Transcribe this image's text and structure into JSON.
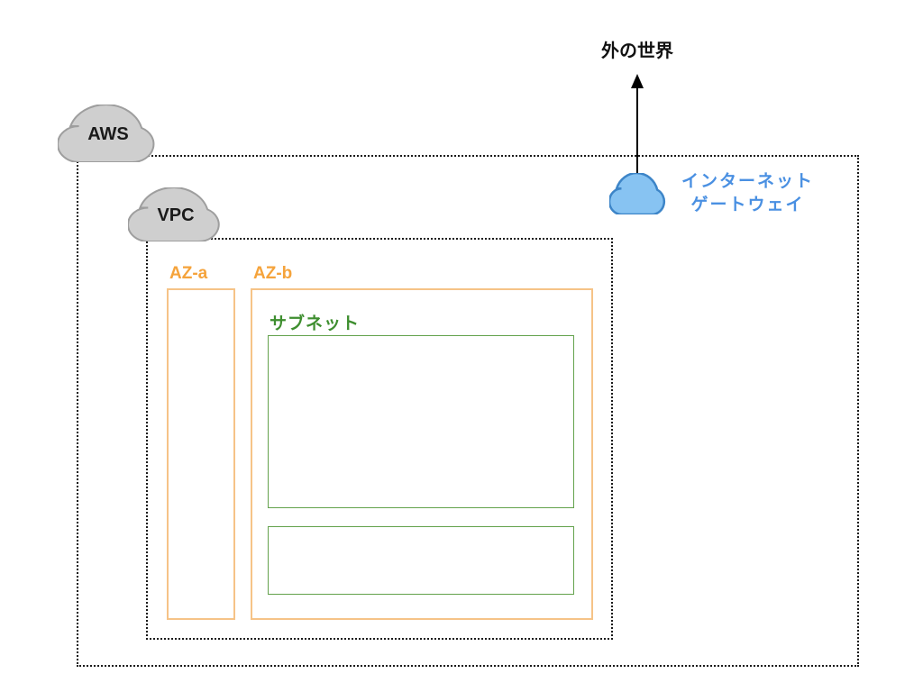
{
  "colors": {
    "orange": "#F5A33B",
    "orange-border": "#F6C387",
    "green": "#3E8E2F",
    "green-border": "#63A24C",
    "blue": "#4A90E2",
    "blue-cloud-fill": "#87C3F2",
    "blue-cloud-stroke": "#3D85C8",
    "gray-cloud-fill": "#CFCFCF",
    "gray-cloud-stroke": "#9E9E9E",
    "arrow": "#000000"
  },
  "labels": {
    "outside_world": "外の世界",
    "aws": "AWS",
    "vpc": "VPC",
    "internet_gateway": {
      "line1": "インターネット",
      "line2": "ゲートウェイ"
    },
    "az_a": "AZ-a",
    "az_b": "AZ-b",
    "subnet": "サブネット"
  }
}
